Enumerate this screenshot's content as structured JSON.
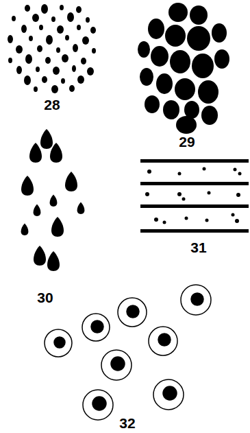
{
  "diagram": {
    "labels": [
      "28",
      "29",
      "30",
      "31",
      "32"
    ]
  }
}
